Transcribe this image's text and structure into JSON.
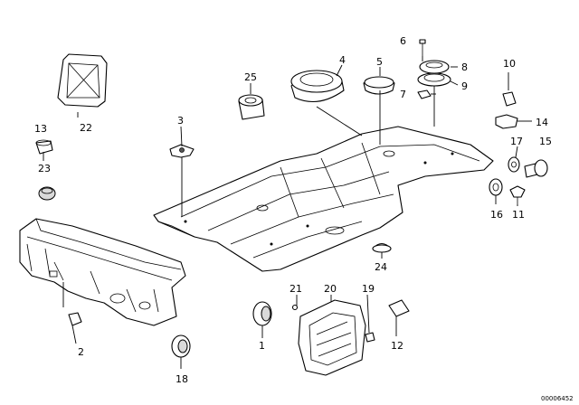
{
  "diagram": {
    "labels": {
      "l1": "1",
      "l2": "2",
      "l3": "3",
      "l4": "4",
      "l5": "5",
      "l6": "6",
      "l7": "7",
      "l8": "8",
      "l9": "9",
      "l10": "10",
      "l11": "11",
      "l12": "12",
      "l13": "13",
      "l14": "14",
      "l15": "15",
      "l16": "16",
      "l17": "17",
      "l18": "18",
      "l19": "19",
      "l20": "20",
      "l21": "21",
      "l22": "22",
      "l23": "23",
      "l24": "24",
      "l25": "25"
    },
    "reference_code": "00006452",
    "colors": {
      "ink": "#000000",
      "fill": "#ffffff",
      "shade": "#d9d9d9"
    }
  }
}
